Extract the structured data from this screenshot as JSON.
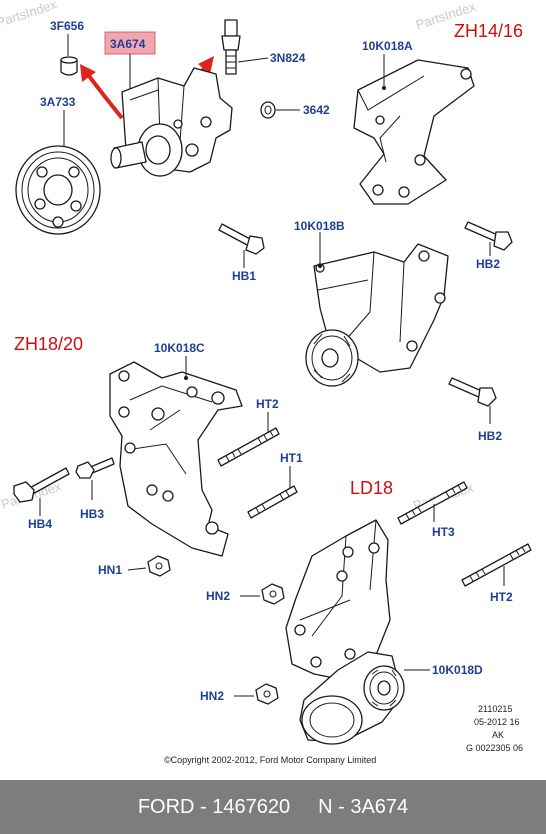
{
  "watermark": "PartsIndex",
  "variants": {
    "zh1416": "ZH14/16",
    "zh1820": "ZH18/20",
    "ld18": "LD18"
  },
  "labels": {
    "p3f656": "3F656",
    "p3a674": "3A674",
    "p3n824": "3N824",
    "p3a733": "3A733",
    "p3642": "3642",
    "hb1": "HB1",
    "k10k018a": "10K018A",
    "k10k018b": "10K018B",
    "hb2a": "HB2",
    "hb2b": "HB2",
    "k10k018c": "10K018C",
    "ht2a": "HT2",
    "ht1": "HT1",
    "hb4": "HB4",
    "hb3": "HB3",
    "hn1": "HN1",
    "ht3": "HT3",
    "ht2b": "HT2",
    "hn2a": "HN2",
    "hn2b": "HN2",
    "k10k018d": "10K018D"
  },
  "meta": {
    "line1": "2110215",
    "line2": "05-2012 16",
    "line3": "AK",
    "line4": "G 0022305 06"
  },
  "copyright": "©Copyright 2002-2012, Ford Motor Company Limited",
  "footer": {
    "brand_part": "FORD - 1467620",
    "ref": "N - 3A674"
  },
  "colors": {
    "label_blue": "#1f3f95",
    "variant_red": "#d10d0d",
    "highlight": "#f4a6ae",
    "arrow_red": "#e0241b",
    "footer_bg": "#7d7d7d"
  }
}
